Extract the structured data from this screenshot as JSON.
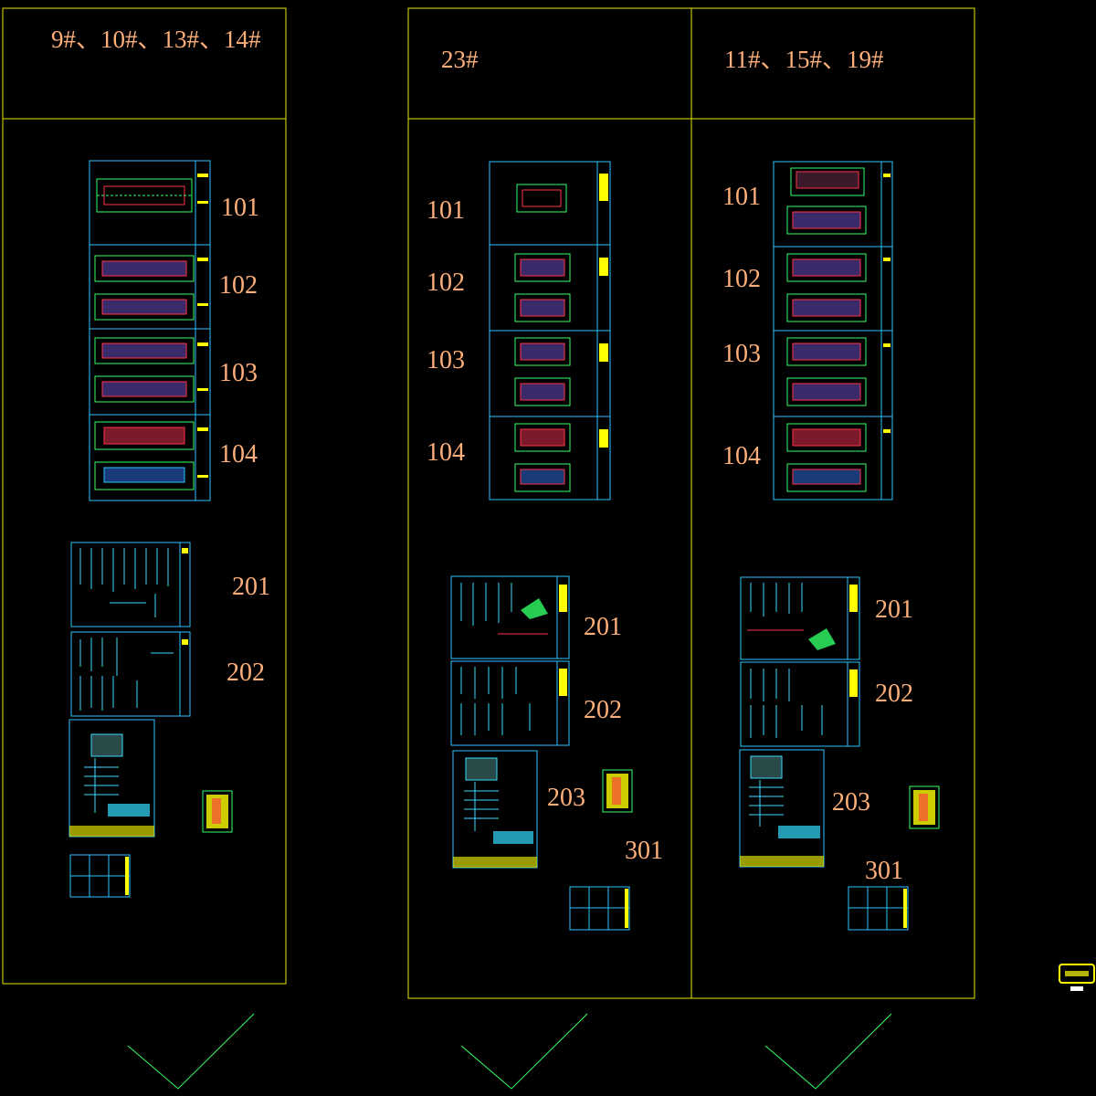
{
  "colors": {
    "frame": "#e6e600",
    "sheet_border": "#2ec4ff",
    "label": "#ffb07a",
    "plan_green": "#33ff66",
    "plan_red": "#ff3344",
    "system_cyan": "#33ddff",
    "title_yellow": "#ffff00",
    "background": "#000000"
  },
  "panels": [
    {
      "header": "9#、10#、13#、14#",
      "labels": {
        "p101": "101",
        "p102": "102",
        "p103": "103",
        "p104": "104",
        "s201": "201",
        "s202": "202"
      }
    },
    {
      "header": "23#",
      "labels": {
        "p101": "101",
        "p102": "102",
        "p103": "103",
        "p104": "104",
        "s201": "201",
        "s202": "202",
        "s203": "203",
        "d301": "301"
      }
    },
    {
      "header": "11#、15#、19#",
      "labels": {
        "p101": "101",
        "p102": "102",
        "p103": "103",
        "p104": "104",
        "s201": "201",
        "s202": "202",
        "s203": "203",
        "d301": "301"
      }
    }
  ],
  "legend_icon": "title-block-icon",
  "footer_marks": [
    "chevron-down-icon",
    "chevron-down-icon",
    "chevron-down-icon"
  ]
}
